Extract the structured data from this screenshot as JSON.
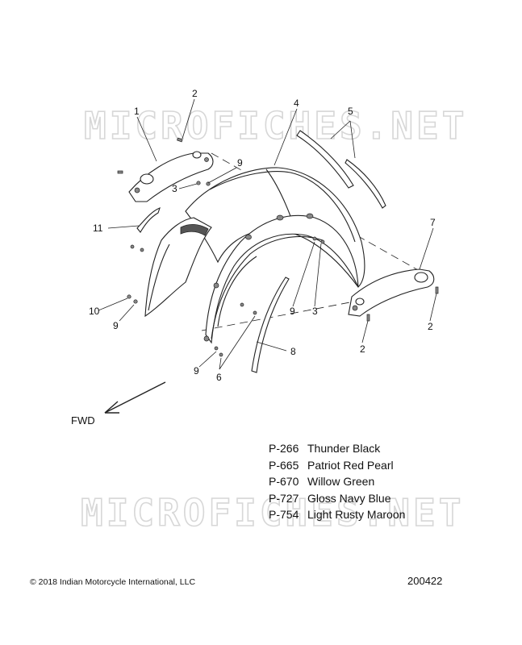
{
  "watermark_text": "MICROFICHES.NET",
  "callouts": [
    {
      "id": "c1",
      "label": "1"
    },
    {
      "id": "c2a",
      "label": "2"
    },
    {
      "id": "c2b",
      "label": "2"
    },
    {
      "id": "c2c",
      "label": "2"
    },
    {
      "id": "c3a",
      "label": "3"
    },
    {
      "id": "c3b",
      "label": "3"
    },
    {
      "id": "c4",
      "label": "4"
    },
    {
      "id": "c5",
      "label": "5"
    },
    {
      "id": "c6",
      "label": "6"
    },
    {
      "id": "c7",
      "label": "7"
    },
    {
      "id": "c8",
      "label": "8"
    },
    {
      "id": "c9a",
      "label": "9"
    },
    {
      "id": "c9b",
      "label": "9"
    },
    {
      "id": "c9c",
      "label": "9"
    },
    {
      "id": "c9d",
      "label": "9"
    },
    {
      "id": "c10",
      "label": "10"
    },
    {
      "id": "c11",
      "label": "11"
    }
  ],
  "forward_label": "FWD",
  "color_codes": [
    {
      "code": "P-266",
      "name": "Thunder Black"
    },
    {
      "code": "P-665",
      "name": "Patriot Red Pearl"
    },
    {
      "code": "P-670",
      "name": "Willow Green"
    },
    {
      "code": "P-727",
      "name": "Gloss Navy Blue"
    },
    {
      "code": "P-754",
      "name": "Light Rusty Maroon"
    }
  ],
  "copyright": "© 2018 Indian Motorcycle International, LLC",
  "figure_id": "200422"
}
